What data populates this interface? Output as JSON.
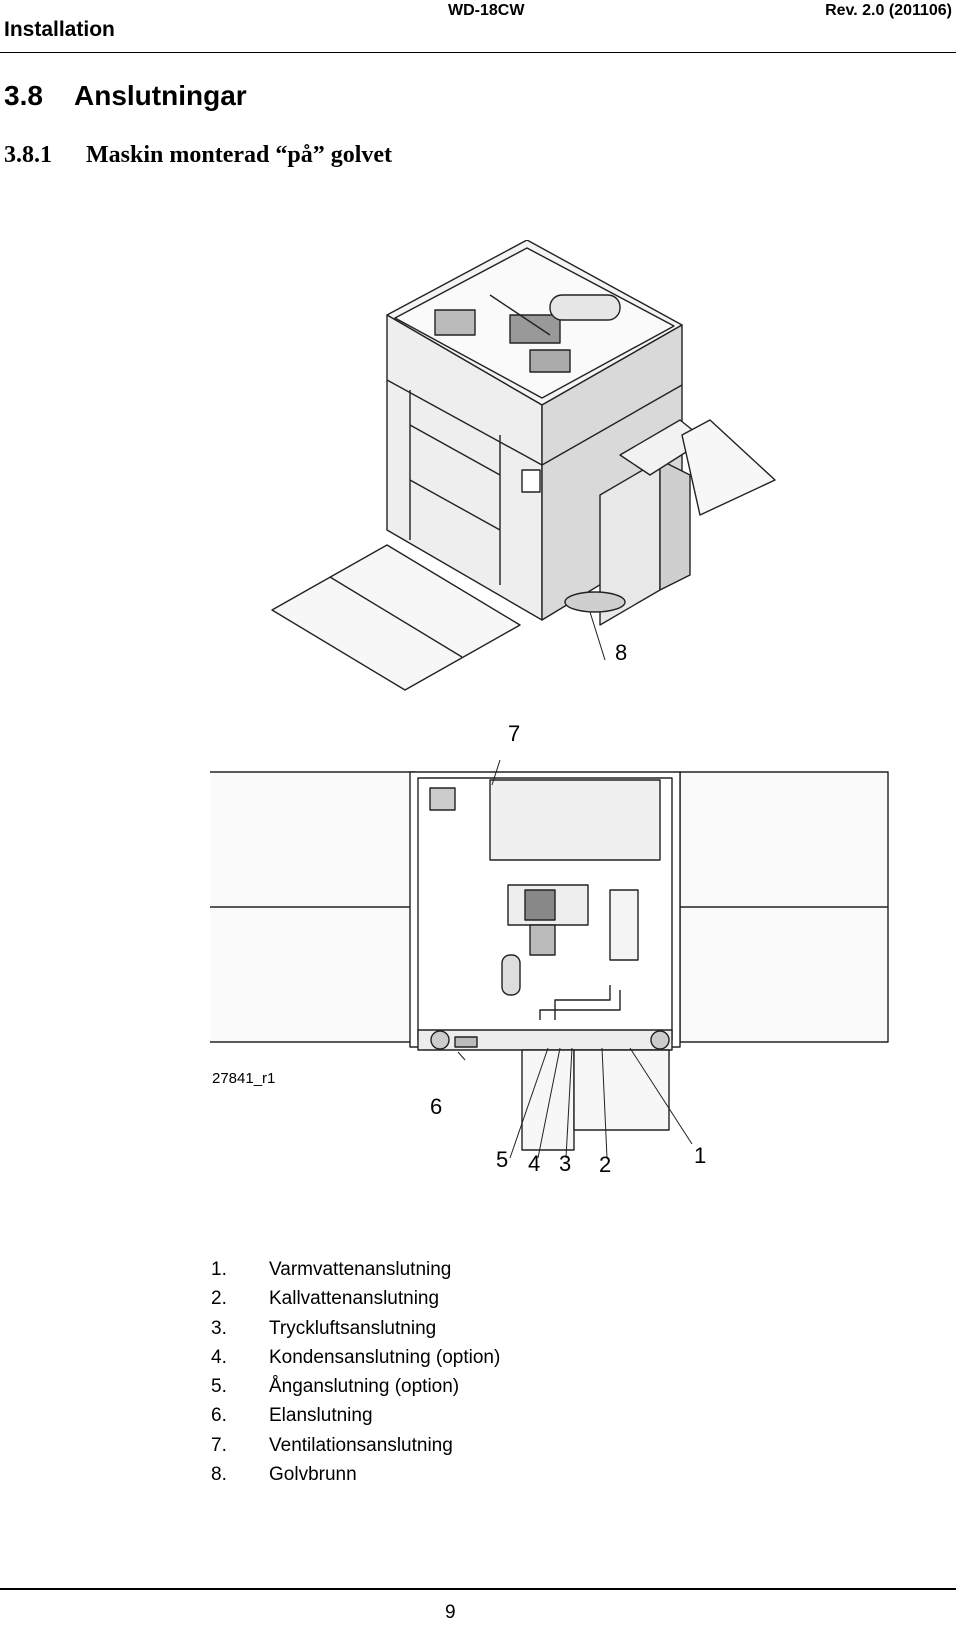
{
  "header": {
    "section": "Installation",
    "model": "WD-18CW",
    "revision": "Rev. 2.0 (201106)"
  },
  "heading": {
    "number": "3.8",
    "title": "Anslutningar"
  },
  "subheading": {
    "number": "3.8.1",
    "title": "Maskin monterad “på” golvet"
  },
  "figure": {
    "drawing_id": "27841_r1",
    "callouts": {
      "c1": "1",
      "c2": "2",
      "c3": "3",
      "c4": "4",
      "c5": "5",
      "c6": "6",
      "c7": "7",
      "c8": "8"
    }
  },
  "legend": [
    {
      "num": "1.",
      "text": "Varmvattenanslutning"
    },
    {
      "num": "2.",
      "text": "Kallvattenanslutning"
    },
    {
      "num": "3.",
      "text": "Tryckluftsanslutning"
    },
    {
      "num": "4.",
      "text": "Kondensanslutning (option)"
    },
    {
      "num": "5.",
      "text": "Ånganslutning (option)"
    },
    {
      "num": "6.",
      "text": "Elanslutning"
    },
    {
      "num": "7.",
      "text": "Ventilationsanslutning"
    },
    {
      "num": "8.",
      "text": "Golvbrunn"
    }
  ],
  "footer": {
    "page": "9"
  }
}
